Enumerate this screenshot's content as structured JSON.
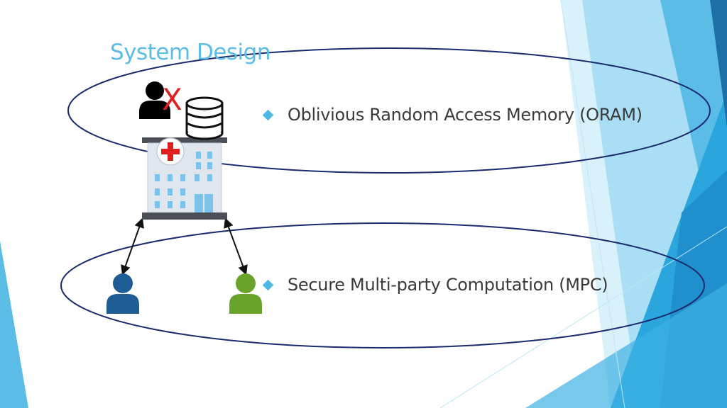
{
  "slide": {
    "title": "System Design",
    "bullets": [
      {
        "text": "Oblivious Random Access Memory (ORAM)"
      },
      {
        "text": "Secure Multi-party Computation (MPC)"
      }
    ],
    "icons": [
      "user-icon",
      "deny-x-icon",
      "database-icon",
      "hospital-icon",
      "user-blue-icon",
      "user-green-icon"
    ],
    "colors": {
      "title": "#5bbde6",
      "ellipse_stroke": "#1a2a6c",
      "deny_mark": "#e02020",
      "user_blue": "#1f5d97",
      "user_green": "#6aa32a",
      "accent_light": "#7fd0f0",
      "accent_dark": "#1e6fa8"
    },
    "deny_mark_text": "X"
  }
}
